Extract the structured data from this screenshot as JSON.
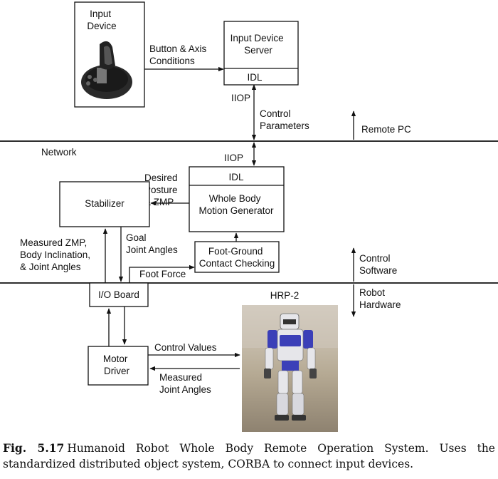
{
  "labels": {
    "input_device": [
      "Input",
      "Device"
    ],
    "button_axis": [
      "Button & Axis",
      "Conditions"
    ],
    "input_device_server": [
      "Input Device",
      "Server"
    ],
    "idl_top": "IDL",
    "iiop_top": "IIOP",
    "control_parameters": [
      "Control",
      "Parameters"
    ],
    "remote_pc": "Remote PC",
    "network": "Network",
    "iiop_mid": "IIOP",
    "idl_mid": "IDL",
    "whole_body": [
      "Whole Body",
      "Motion Generator"
    ],
    "desired_posture": [
      "Desired",
      "Posture",
      "& ZMP"
    ],
    "stabilizer": "Stabilizer",
    "measured_zmp": [
      "Measured ZMP,",
      "Body Inclination,",
      "& Joint Angles"
    ],
    "goal_joint": [
      "Goal",
      "Joint Angles"
    ],
    "foot_ground": [
      "Foot-Ground",
      "Contact Checking"
    ],
    "control_software": [
      "Control",
      "Software"
    ],
    "foot_force": "Foot Force",
    "io_board": "I/O Board",
    "robot_hardware": [
      "Robot",
      "Hardware"
    ],
    "hrp2": "HRP-2",
    "motor_driver": [
      "Motor",
      "Driver"
    ],
    "control_values": "Control Values",
    "measured_joint": [
      "Measured",
      "Joint  Angles"
    ]
  },
  "caption": {
    "label": "Fig. 5.17",
    "text": "Humanoid Robot Whole Body Remote Operation System. Uses the standardized distributed object system, CORBA to connect input devices."
  },
  "colors": {
    "photo_bg": "#b8ae9c",
    "robot_blue": "#3b3fb8",
    "robot_white": "#e6e6ea"
  }
}
